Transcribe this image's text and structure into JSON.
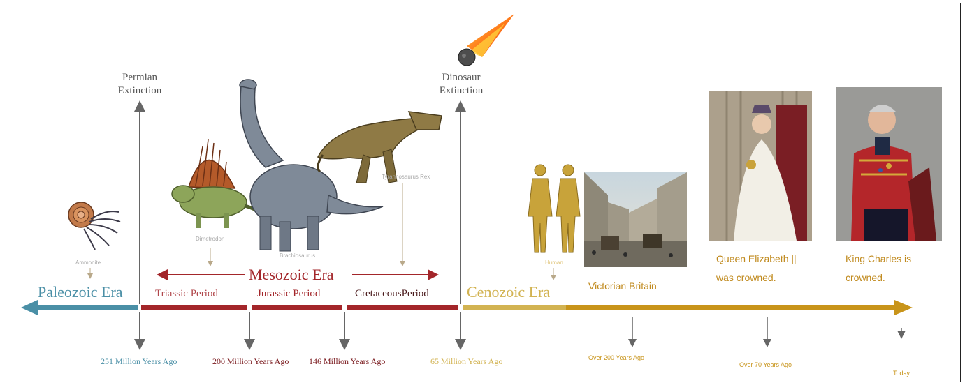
{
  "events": {
    "permian": {
      "line1": "Permian",
      "line2": "Extinction"
    },
    "dinosaur": {
      "line1": "Dinosaur",
      "line2": "Extinction"
    }
  },
  "eras": {
    "paleozoic": "Paleozoic Era",
    "mesozoic": "Mesozoic Era",
    "cenozoic": "Cenozoic Era"
  },
  "periods": {
    "triassic": "Triassic Period",
    "jurassic": "Jurassic Period",
    "cretaceous": "CretaceousPeriod"
  },
  "creatures": {
    "ammonite": "Ammonite",
    "dimetrodon": "Dimetrodon",
    "brachiosaurus": "Brachiosaurus",
    "trex": "Tyrannosaurus Rex",
    "human": "Human"
  },
  "modern": {
    "victorian": "Victorian Britain",
    "queen_line1": "Queen Elizabeth ||",
    "queen_line2": "was crowned.",
    "king_line1": "King Charles is",
    "king_line2": "crowned."
  },
  "dates": {
    "d251": "251 Million Years Ago",
    "d200": "200 Million Years Ago",
    "d146": "146 Million Years Ago",
    "d65": "65 Million Years Ago",
    "over200": "Over 200 Years Ago",
    "over70": "Over 70 Years Ago",
    "today": "Today"
  },
  "colors": {
    "paleozoic": "#4a8fa6",
    "mesozoic": "#a3262a",
    "cenozoic": "#d2b352",
    "modern": "#c8941a",
    "modern_text": "#c08a1e",
    "marker": "#666666"
  }
}
